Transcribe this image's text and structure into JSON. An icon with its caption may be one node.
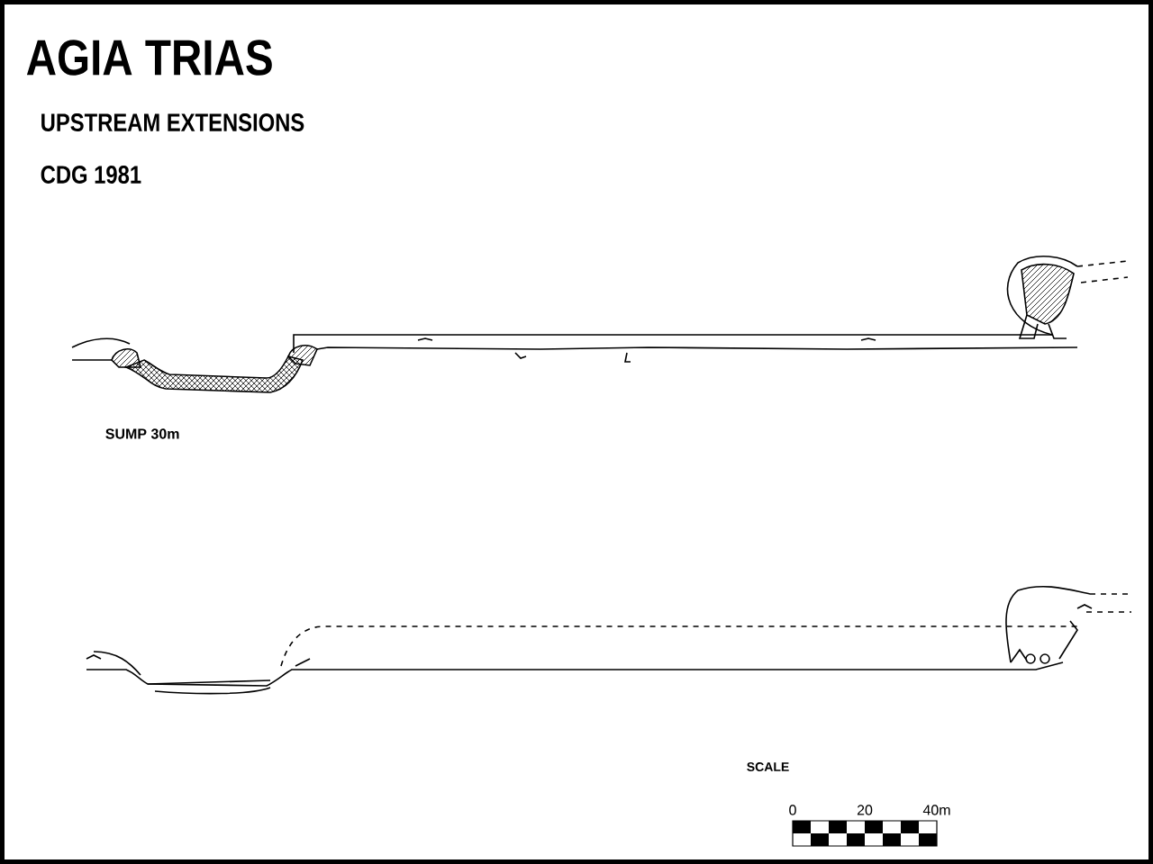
{
  "diagram": {
    "title": "AGIA TRIAS",
    "labels": [
      "UPSTREAM EXTENSIONS",
      "CDG 1981",
      "SUMP 30m",
      "SCALE",
      "0",
      "20",
      "40m"
    ]
  }
}
